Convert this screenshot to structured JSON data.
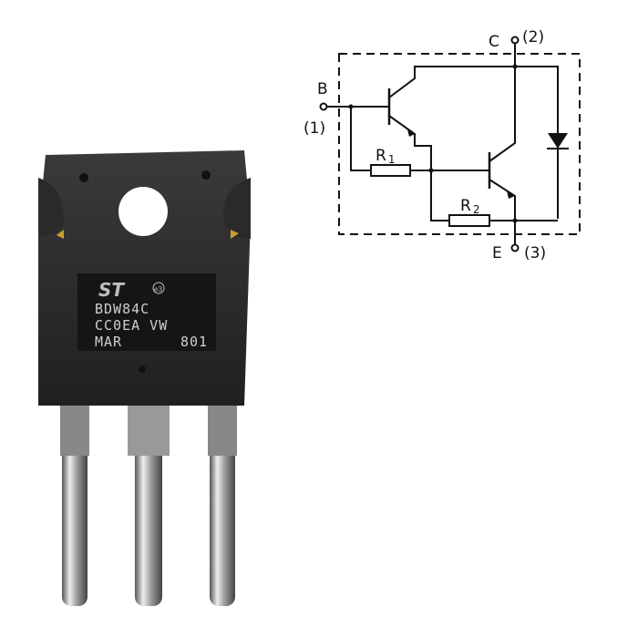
{
  "photo": {
    "brand_logo": "ST",
    "marking_lines": [
      "BDW84C",
      "CC0EA VW",
      "MAR",
      "801"
    ],
    "ecopack_mark": "e3"
  },
  "schematic": {
    "base_label": "B",
    "base_pin": "(1)",
    "collector_label": "C",
    "collector_pin": "(2)",
    "emitter_label": "E",
    "emitter_pin": "(3)",
    "r1_label": "R",
    "r1_sub": "1",
    "r2_label": "R",
    "r2_sub": "2"
  }
}
